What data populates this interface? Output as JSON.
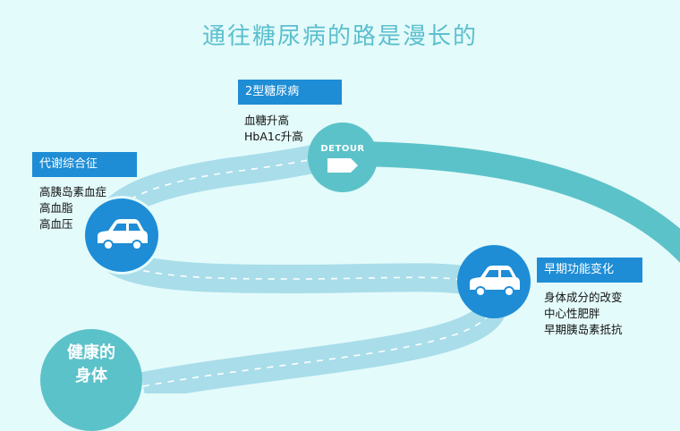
{
  "title": "通往糖尿病的路是漫长的",
  "stages": {
    "diabetes": {
      "label": "2型糖尿病",
      "items": [
        "血糖升高",
        "HbA1c升高"
      ]
    },
    "metabolic": {
      "label": "代谢综合征",
      "items": [
        "高胰岛素血症",
        "高血脂",
        "高血压"
      ]
    },
    "early": {
      "label": "早期功能变化",
      "items": [
        "身体成分的改变",
        "中心性肥胖",
        "早期胰岛素抵抗"
      ]
    }
  },
  "healthy": {
    "line1": "健康的",
    "line2": "身体"
  },
  "detour_sign": "DETOUR",
  "icons": {
    "car": "car-icon",
    "detour": "detour-arrow-icon"
  },
  "colors": {
    "background": "#e4fbfb",
    "title": "#5bbfce",
    "road_light": "#a9ddea",
    "road_teal": "#5cc2c9",
    "tag_blue": "#1e8dd6"
  }
}
